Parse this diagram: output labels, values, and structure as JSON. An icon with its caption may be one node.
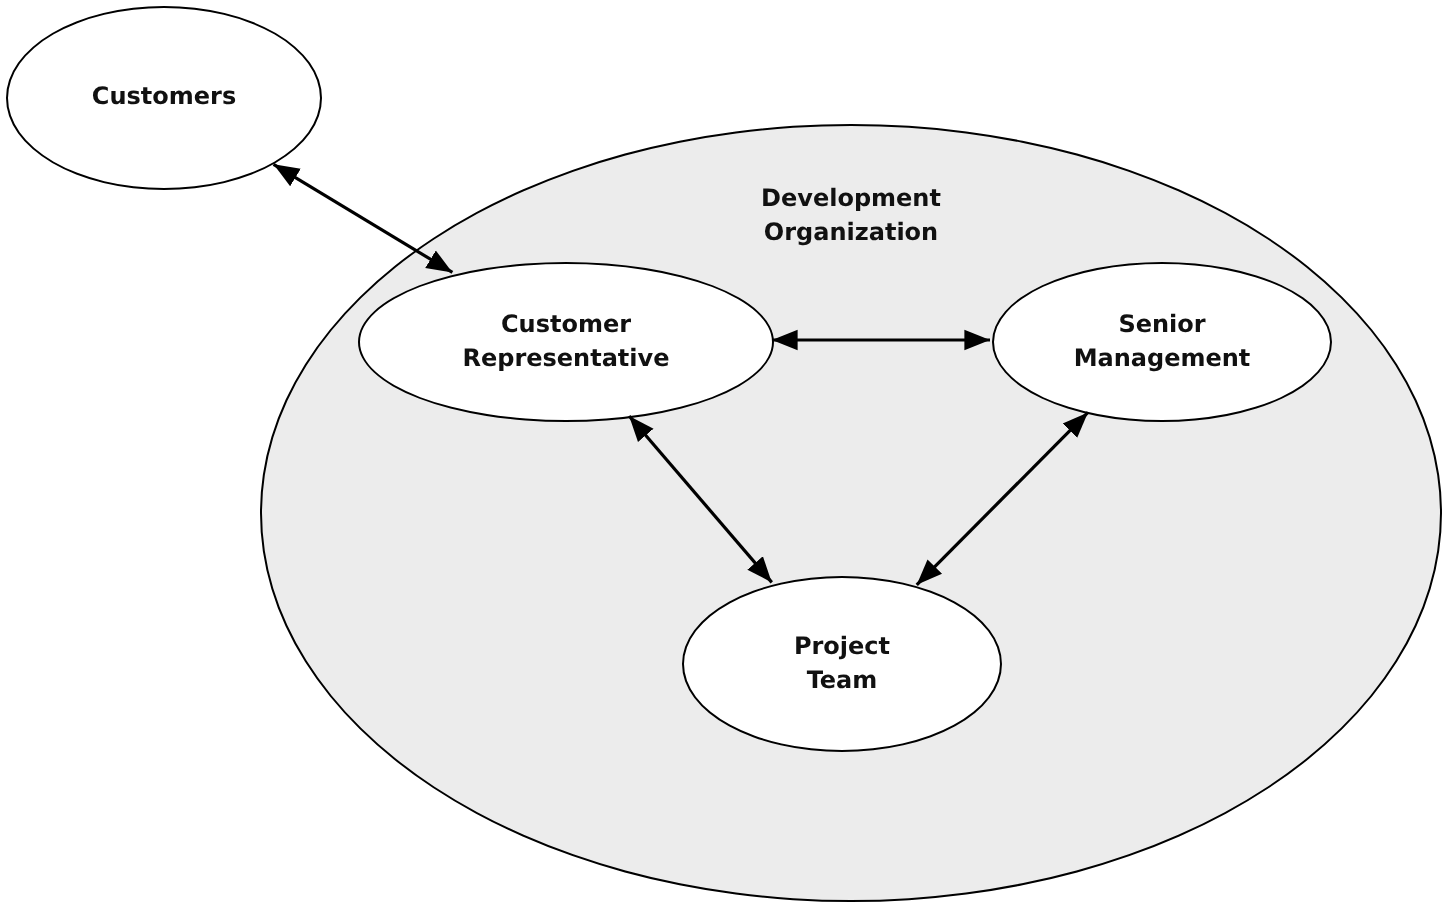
{
  "diagram": {
    "nodes": [
      {
        "text": [
          "Customers"
        ]
      },
      {
        "text": [
          "Development Organization"
        ]
      },
      {
        "text": [
          "Customer Representative"
        ],
        "in": 1
      },
      {
        "text": [
          "Senior Management"
        ],
        "in": 1
      },
      {
        "text": [
          "Project Team"
        ],
        "in": 1
      }
    ],
    "edges": [
      {
        "from": 0,
        "to": 2,
        "arrow": "both"
      },
      {
        "from": 2,
        "to": 3,
        "arrow": "both"
      },
      {
        "from": 2,
        "to": 4,
        "arrow": "both"
      },
      {
        "from": 3,
        "to": 4,
        "arrow": "both"
      }
    ]
  }
}
